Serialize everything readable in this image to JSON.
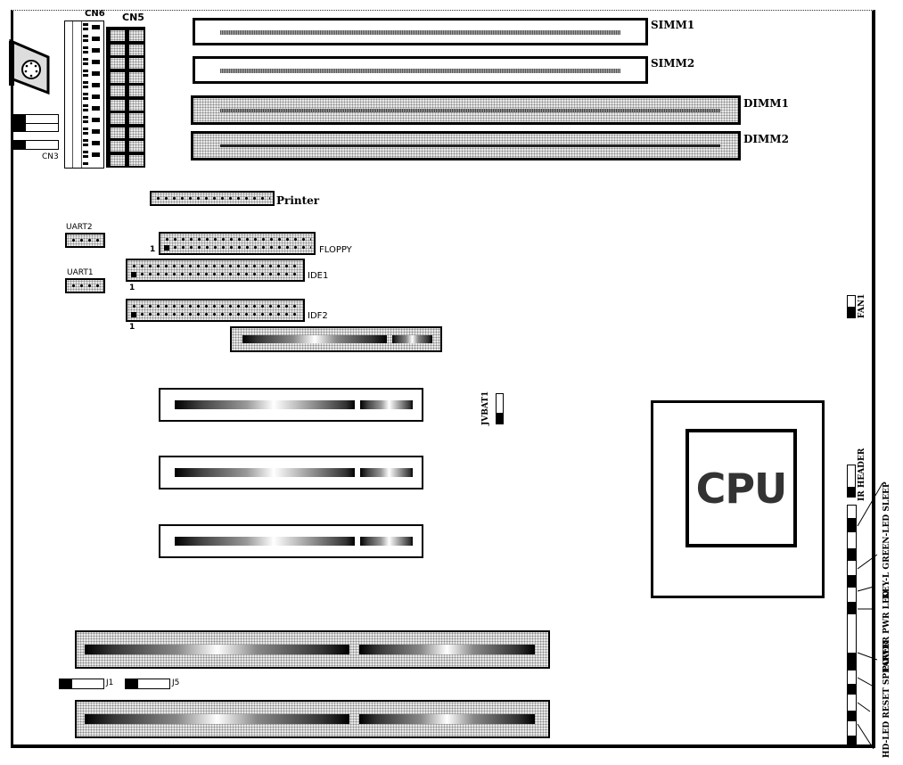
{
  "diagram": {
    "title": "Motherboard layout",
    "memory": {
      "simm": [
        {
          "label": "SIMM1"
        },
        {
          "label": "SIMM2"
        }
      ],
      "dimm": [
        {
          "label": "DIMM1"
        },
        {
          "label": "DIMM2"
        }
      ]
    },
    "rear_io": {
      "cn6": "CN6",
      "cn5": "CN5",
      "cn3": "CN3"
    },
    "headers": {
      "printer": "Printer",
      "uart2": "UART2",
      "uart1": "UART1",
      "floppy": "FLOPPY",
      "ide1": "IDE1",
      "ide2": "IDF2",
      "pin1_marker": "1"
    },
    "jumpers": {
      "jvbat1": "JVBAT1",
      "fan1": "FAN1",
      "j1": "J1",
      "j5": "J5"
    },
    "cpu": {
      "label": "CPU"
    },
    "front_panel": {
      "ir_header": "IR HEADER",
      "green_led_sleep": "KEY-L GREEN-LED SLEEP",
      "power_pwr_led": "POWER PWR LED",
      "reset_speaker": "HD-LED RESET SPEAKER"
    }
  }
}
